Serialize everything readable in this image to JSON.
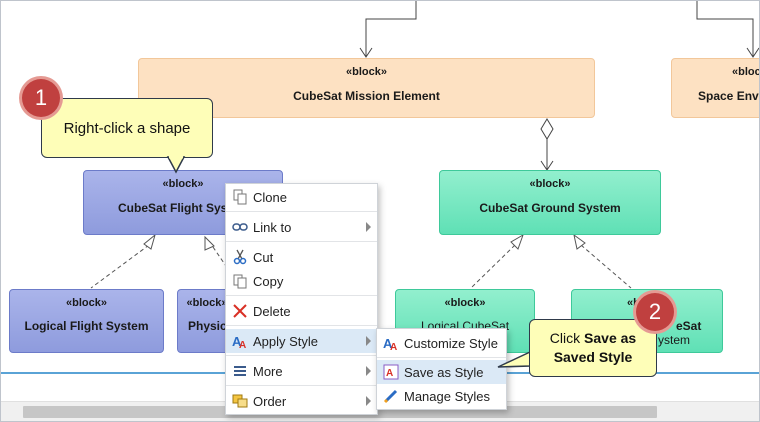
{
  "diagram": {
    "blocks": [
      {
        "stereotype": "«block»",
        "name": "CubeSat Mission Element"
      },
      {
        "stereotype": "«block»",
        "name": "Space Envi"
      },
      {
        "stereotype": "«block»",
        "name": "CubeSat Flight Sys"
      },
      {
        "stereotype": "«block»",
        "name": "CubeSat Ground System"
      },
      {
        "stereotype": "«block»",
        "name": "Logical Flight System"
      },
      {
        "stereotype": "«block»",
        "name": "Physic"
      },
      {
        "stereotype": "«block»",
        "name": "Logical CubeSat"
      },
      {
        "stereotype": "«block»",
        "name": "eSat"
      },
      {
        "stereotype": "",
        "name": "ystem"
      }
    ]
  },
  "context_menu": {
    "items": [
      {
        "label": "Clone",
        "icon": "clone-icon"
      },
      {
        "label": "Link to",
        "icon": "link-icon",
        "submenu": true
      },
      {
        "label": "Cut",
        "icon": "scissors-icon"
      },
      {
        "label": "Copy",
        "icon": "copy-icon"
      },
      {
        "label": "Delete",
        "icon": "delete-x-icon"
      },
      {
        "label": "Apply Style",
        "icon": "style-icon",
        "submenu": true,
        "highlighted": true
      },
      {
        "label": "More",
        "icon": "hamburger-icon",
        "submenu": true
      },
      {
        "label": "Order",
        "icon": "order-icon",
        "submenu": true
      }
    ]
  },
  "style_submenu": {
    "items": [
      {
        "label": "Customize Style",
        "icon": "customize-style-icon"
      },
      {
        "label": "Save as Style",
        "icon": "save-style-icon",
        "highlighted": true
      },
      {
        "label": "Manage Styles",
        "icon": "pencil-icon"
      }
    ]
  },
  "callouts": {
    "step1": {
      "number": "1",
      "text": "Right-click a shape"
    },
    "step2": {
      "number": "2",
      "text_prefix": "Click ",
      "text_bold_1": "Save as",
      "text_bold_2": "Saved Style"
    }
  },
  "colors": {
    "badge": "#c0403f",
    "callout_bg": "#fefeb8",
    "menu_highlight": "#dbe9f6",
    "block_orange": "#fde1c2",
    "block_blue": "#8e9bdd",
    "block_green": "#5fe0b5"
  }
}
